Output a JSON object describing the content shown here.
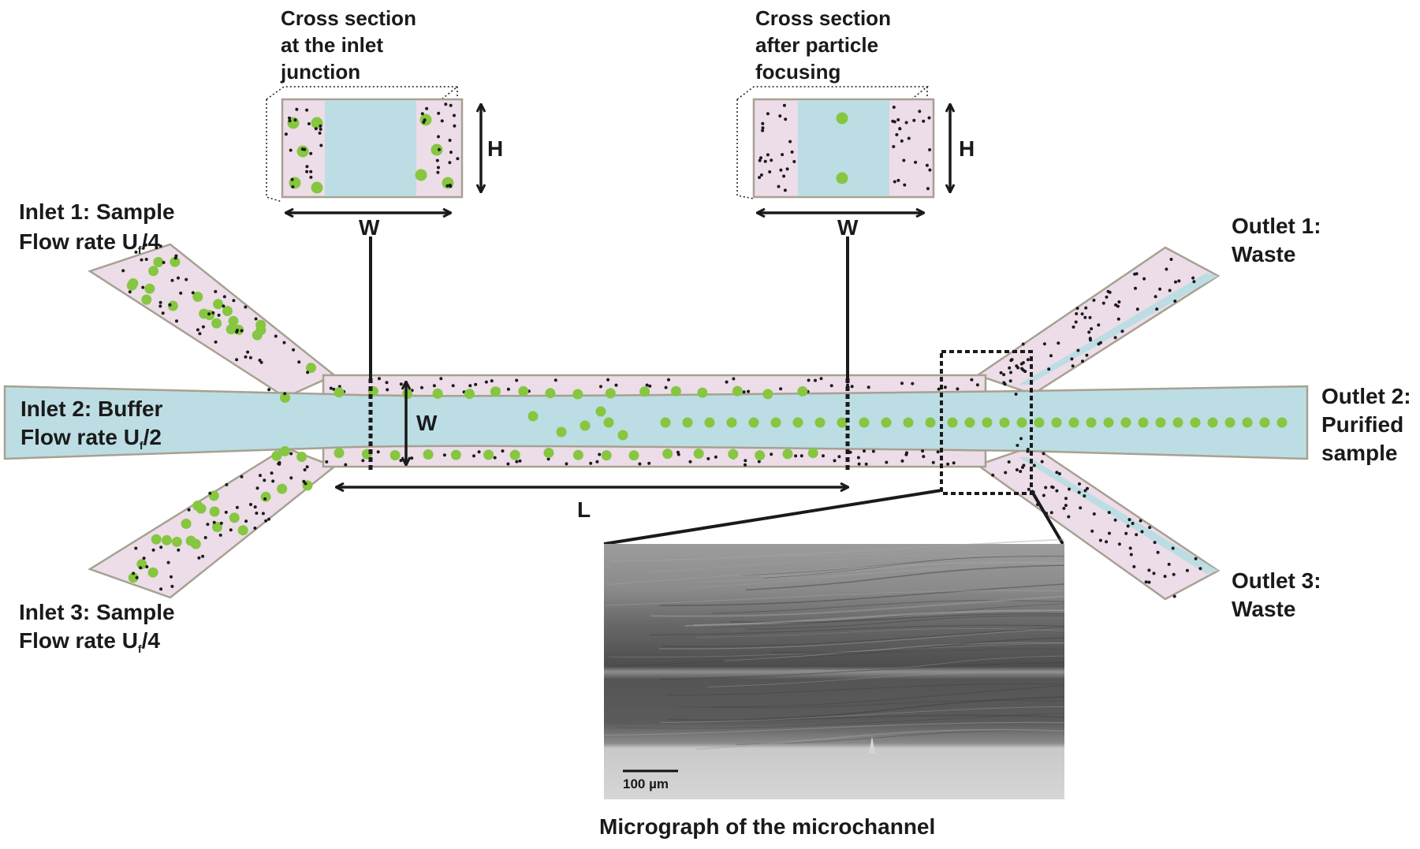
{
  "colors": {
    "sample_fluid": "#ecdde8",
    "buffer_fluid": "#bcdde3",
    "channel_border": "#a7a191",
    "particle_large": "#86c640",
    "particle_small": "#1a1a1a",
    "micrograph_bg": "#6e6e6e"
  },
  "cross_sections": [
    {
      "title": [
        "Cross section",
        "at the inlet",
        "junction"
      ],
      "width_label": "W",
      "height_label": "H"
    },
    {
      "title": [
        "Cross section",
        "after particle",
        "focusing"
      ],
      "width_label": "W",
      "height_label": "H"
    }
  ],
  "inlets": [
    {
      "line1": "Inlet 1: Sample",
      "line2_prefix": "Flow rate U",
      "line2_sub": "f",
      "line2_suffix": "/4"
    },
    {
      "line1": "Inlet 2: Buffer",
      "line2_prefix": "Flow rate U",
      "line2_sub": "f",
      "line2_suffix": "/2"
    },
    {
      "line1": "Inlet 3: Sample",
      "line2_prefix": "Flow rate U",
      "line2_sub": "f",
      "line2_suffix": "/4"
    }
  ],
  "outlets": [
    {
      "line1": "Outlet 1:",
      "line2": "Waste"
    },
    {
      "line1": "Outlet 2:",
      "line2": "Purified",
      "line3": "sample"
    },
    {
      "line1": "Outlet 3:",
      "line2": "Waste"
    }
  ],
  "channel": {
    "width_label": "W",
    "length_label": "L"
  },
  "micrograph": {
    "caption": "Micrograph of the microchannel",
    "scale_bar_label": "100 µm"
  }
}
